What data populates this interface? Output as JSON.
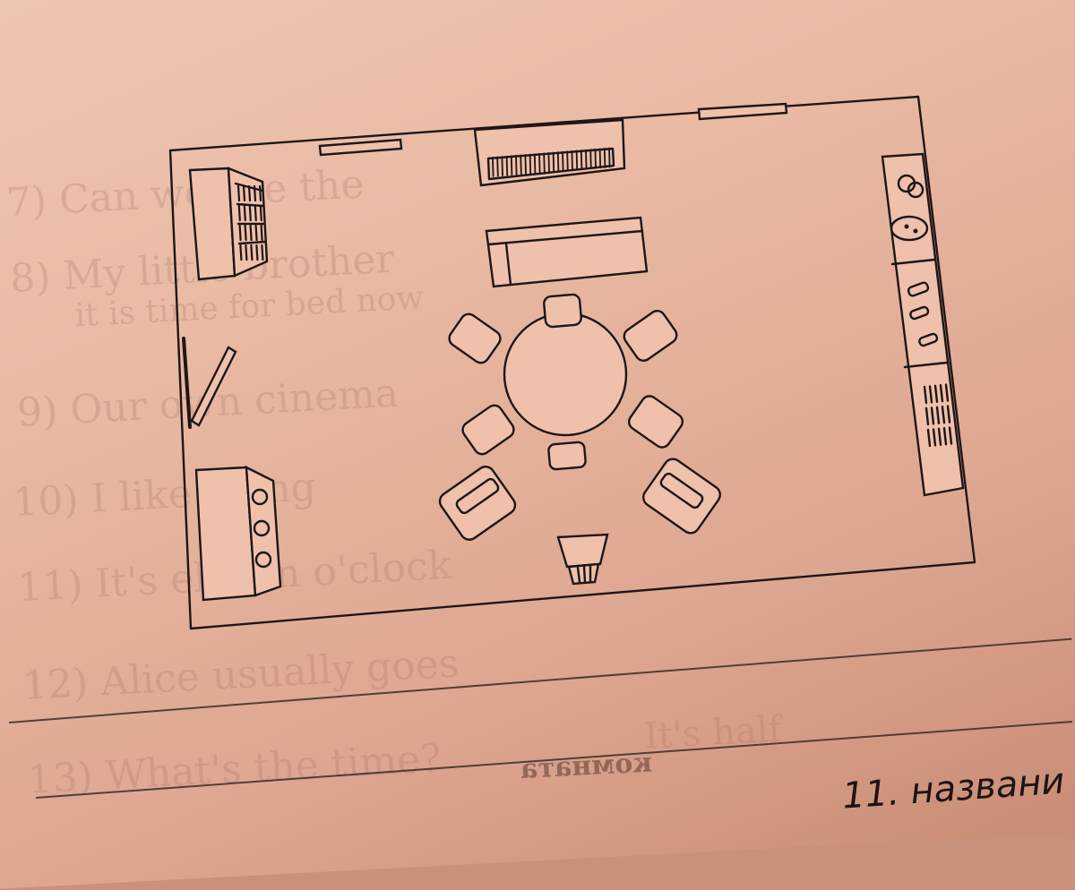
{
  "exercise_lines": [
    {
      "num": "7)",
      "text": "Can we see the"
    },
    {
      "num": "8)",
      "text": "My little brother"
    },
    {
      "num": "",
      "text": "it is time for bed now"
    },
    {
      "num": "9)",
      "text": "Our own cinema"
    },
    {
      "num": "10)",
      "text": "I like going"
    },
    {
      "num": "11)",
      "text": "It's eleven o'clock"
    },
    {
      "num": "12)",
      "text": "Alice usually goes"
    },
    {
      "num": "13)",
      "text": "What's the time?"
    },
    {
      "num": "",
      "text": "It's half"
    }
  ],
  "show_through": "комната",
  "bottom_text": "11. названи",
  "plan": {
    "furniture": [
      "windows",
      "fireplace",
      "sofa",
      "round-table",
      "chairs",
      "armchairs",
      "shelves",
      "cupboard",
      "door",
      "wastebasket"
    ]
  }
}
